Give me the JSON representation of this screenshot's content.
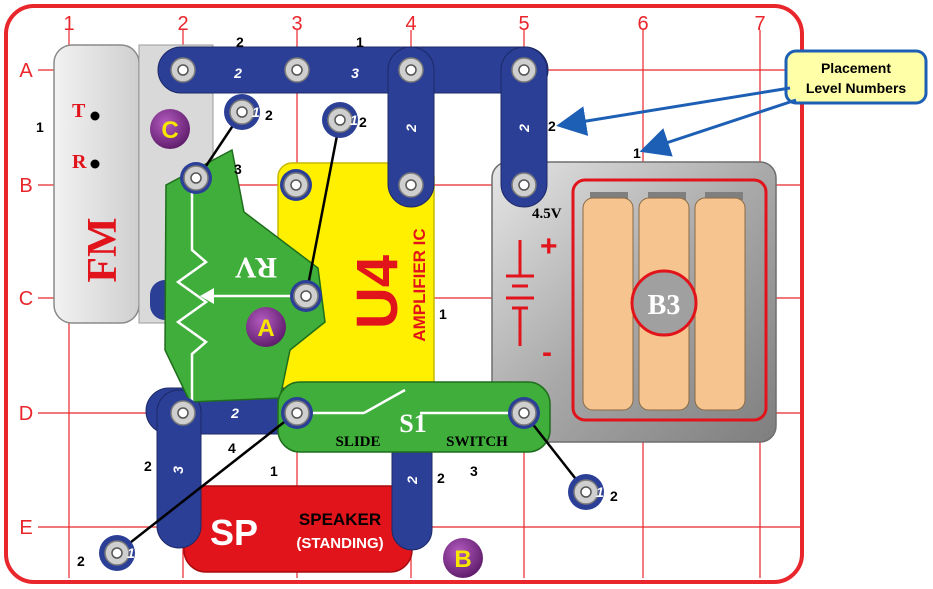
{
  "grid": {
    "columns": [
      "1",
      "2",
      "3",
      "4",
      "5",
      "6",
      "7"
    ],
    "rows": [
      "A",
      "B",
      "C",
      "D",
      "E"
    ]
  },
  "callout": {
    "line1": "Placement",
    "line2": "Level Numbers"
  },
  "fm_module": {
    "title": "FM",
    "pin_t": "T",
    "pin_r": "R",
    "level": "1",
    "badge": "C"
  },
  "rv_module": {
    "title": "RV",
    "badge": "A",
    "level": "3"
  },
  "u4_module": {
    "title": "U4",
    "subtitle": "AMPLIFIER IC",
    "level": "1"
  },
  "b3_module": {
    "title": "B3",
    "voltage": "4.5V",
    "plus": "+",
    "minus": "-",
    "level": "1"
  },
  "s1_module": {
    "title": "S1",
    "label_left": "SLIDE",
    "label_right": "SWITCH",
    "level": "3"
  },
  "sp_module": {
    "title": "SP",
    "line1": "SPEAKER",
    "line2": "(STANDING)",
    "badge": "B",
    "level": "1"
  },
  "wires": {
    "top_strip_1": "2",
    "top_strip_2": "3",
    "vert_4": "2",
    "vert_5": "2",
    "d_strip": "2",
    "left_vert": "3",
    "mid_vert": "2",
    "snap_one": "1"
  },
  "level_labels": {
    "top_2_3": "2",
    "top_3_4": "1",
    "jumper1_level": "2",
    "jumper2_level": "2",
    "vert5_level": "2",
    "d_level": "4",
    "left_vert_level": "2",
    "sp_top_level": "1",
    "mid_vert_level": "2",
    "s1_right_level": "3",
    "jumper3_level": "2",
    "jumper4_level": "2"
  },
  "colors": {
    "grid_red": "#e8262b",
    "wire_blue": "#2b3f96",
    "snap_gray": "#bdbdbd",
    "rv_green": "#3fae3a",
    "u4_yellow": "#fff000",
    "battery_gray": "#9a9a9a",
    "cell_tan": "#f6c48e",
    "speaker_red": "#e2141b",
    "badge_purple": "#7a2a86",
    "badge_yellow": "#f6e600",
    "callout_fill": "#ffffa8",
    "callout_border": "#1d5fb5"
  }
}
